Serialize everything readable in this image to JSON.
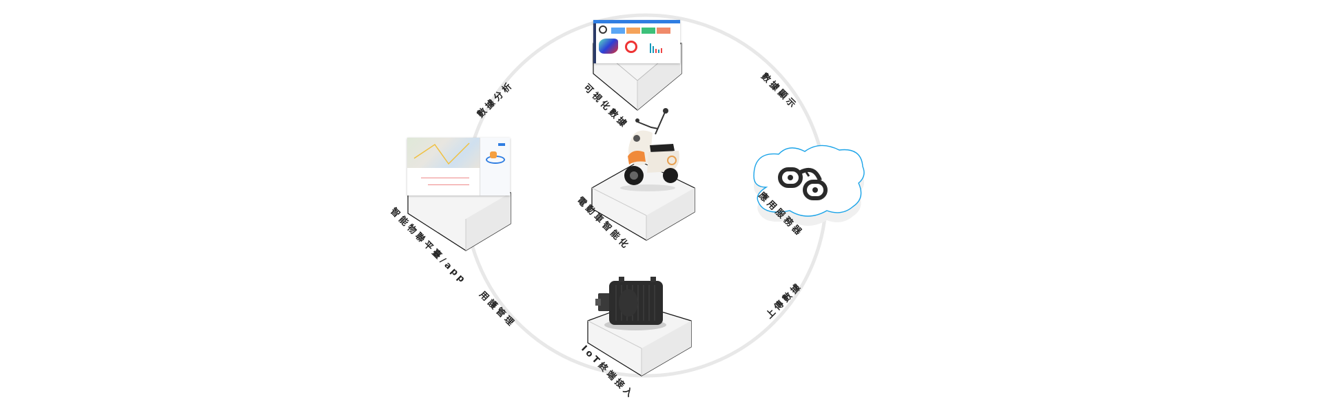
{
  "labels": {
    "data_analysis": "數據分析",
    "visual_data": "可視化數據",
    "data_display": "數據顯示",
    "app_server": "應用服務器",
    "upload_data": "上傳數據",
    "iot_access": "IoT終端接入",
    "user_management": "用護管理",
    "platform_app": "智能物聯平臺/app",
    "ev_smart": "電動車智能化"
  },
  "colors": {
    "ring": "#e8e8e8",
    "cloud_stroke": "#1aa3e8",
    "box_edge": "#111111",
    "text": "#222222"
  }
}
